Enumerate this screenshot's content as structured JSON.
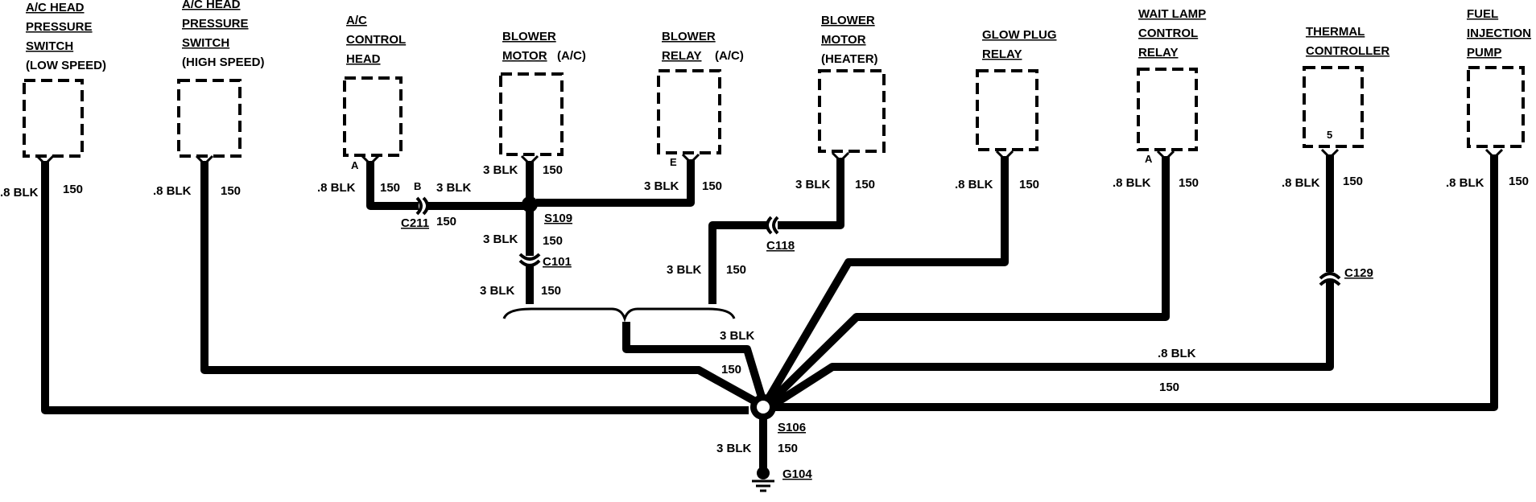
{
  "components": [
    {
      "id": "ac-head-low",
      "title": [
        "A/C HEAD",
        "PRESSURE",
        "SWITCH"
      ],
      "subtitle": "(LOW SPEED)",
      "pin": "",
      "gauge": ".8 BLK",
      "circuit": "150"
    },
    {
      "id": "ac-head-high",
      "title": [
        "A/C HEAD",
        "PRESSURE",
        "SWITCH"
      ],
      "subtitle": "(HIGH SPEED)",
      "pin": "",
      "gauge": ".8 BLK",
      "circuit": "150"
    },
    {
      "id": "ac-control-head",
      "title": [
        "A/C",
        "CONTROL",
        "HEAD"
      ],
      "subtitle": "",
      "pin": "A",
      "gauge": ".8 BLK",
      "circuit": "150"
    },
    {
      "id": "blower-motor-ac",
      "title": [
        "BLOWER",
        "MOTOR"
      ],
      "subtitle": "(A/C)",
      "pin": "",
      "gauge": "3 BLK",
      "circuit": "150"
    },
    {
      "id": "blower-relay-ac",
      "title": [
        "BLOWER",
        "RELAY"
      ],
      "subtitle": "(A/C)",
      "pin": "E",
      "gauge": "3 BLK",
      "circuit": "150"
    },
    {
      "id": "blower-motor-heater",
      "title": [
        "BLOWER",
        "MOTOR"
      ],
      "subtitle": "(HEATER)",
      "pin": "",
      "gauge": "3 BLK",
      "circuit": "150"
    },
    {
      "id": "glow-plug-relay",
      "title": [
        "GLOW PLUG",
        "RELAY"
      ],
      "subtitle": "",
      "pin": "",
      "gauge": ".8 BLK",
      "circuit": "150"
    },
    {
      "id": "wait-lamp-relay",
      "title": [
        "WAIT LAMP",
        "CONTROL",
        "RELAY"
      ],
      "subtitle": "",
      "pin": "A",
      "gauge": ".8 BLK",
      "circuit": "150"
    },
    {
      "id": "thermal-controller",
      "title": [
        "THERMAL",
        "CONTROLLER"
      ],
      "subtitle": "",
      "pin": "5",
      "gauge": ".8 BLK",
      "circuit": "150"
    },
    {
      "id": "fuel-injection-pump",
      "title": [
        "FUEL",
        "INJECTION",
        "PUMP"
      ],
      "subtitle": "",
      "pin": "",
      "gauge": ".8 BLK",
      "circuit": "150"
    }
  ],
  "connectors": {
    "c211": {
      "name": "C211",
      "pin": "B",
      "circuit": "150",
      "gauge_after": "3 BLK"
    },
    "s109": {
      "name": "S109"
    },
    "c101": {
      "name": "C101",
      "gauge_above": "3 BLK",
      "circuit_above": "150",
      "gauge_below": "3 BLK",
      "circuit_below": "150"
    },
    "c118": {
      "name": "C118",
      "gauge_below": "3 BLK",
      "circuit_below": "150"
    },
    "c129": {
      "name": "C129"
    },
    "bundle": {
      "gauge": "3 BLK",
      "circuit": "150"
    },
    "thermal_run": {
      "gauge": ".8 BLK",
      "circuit": "150"
    },
    "s106": {
      "name": "S106"
    },
    "ground_wire": {
      "gauge": "3 BLK",
      "circuit": "150"
    },
    "g104": {
      "name": "G104"
    }
  }
}
